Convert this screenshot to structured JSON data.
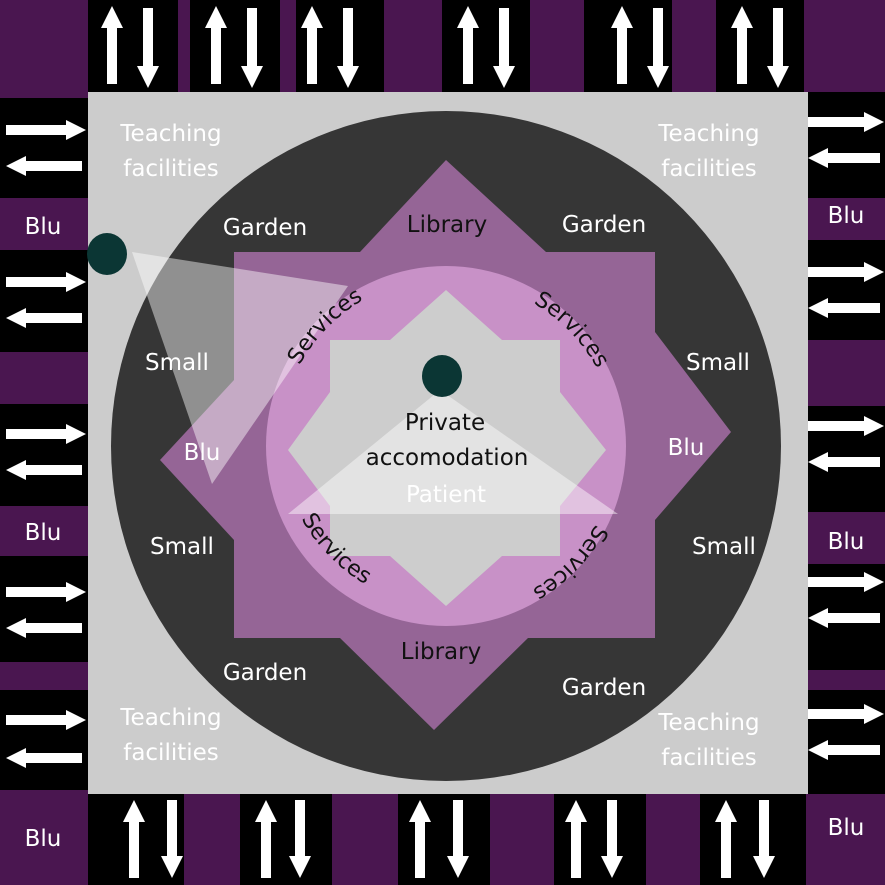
{
  "colors": {
    "frame_purple": "#4a1650",
    "frame_black": "#000000",
    "plaza_gray": "#cccccc",
    "ring_dark": "#363636",
    "star_outer": "#956596",
    "circle_inner": "#c891c7",
    "star_inner": "#cdcdcd",
    "marker": "#0b3634",
    "text_light": "#ffffff",
    "text_dark": "#111111"
  },
  "labels": {
    "teaching_tl_1": "Teaching",
    "teaching_tl_2": "facilities",
    "teaching_tr_1": "Teaching",
    "teaching_tr_2": "facilities",
    "teaching_bl_1": "Teaching",
    "teaching_bl_2": "facilities",
    "teaching_br_1": "Teaching",
    "teaching_br_2": "facilities",
    "garden_tl": "Garden",
    "garden_tr": "Garden",
    "garden_bl": "Garden",
    "garden_br": "Garden",
    "library_top": "Library",
    "library_bottom": "Library",
    "small_tl": "Small",
    "small_tr": "Small",
    "small_bl": "Small",
    "small_br": "Small",
    "blu_left_inner": "Blu",
    "blu_right_inner": "Blu",
    "services_tl": "Services",
    "services_tr": "Services",
    "services_bl": "Services",
    "services_br": "Services",
    "private_1": "Private",
    "private_2": "accomodation",
    "patient": "Patient",
    "frame_blu_left_1": "Blu",
    "frame_blu_left_2": "Blu",
    "frame_blu_right_1": "Blu",
    "frame_blu_right_2": "Blu",
    "frame_blu_bottom_left": "Blu",
    "frame_blu_bottom_right": "Blu"
  },
  "icons": {
    "vertical_pair": "up-down-arrows-icon",
    "horizontal_pair": "right-left-arrows-icon",
    "marker": "dot-marker-icon"
  }
}
